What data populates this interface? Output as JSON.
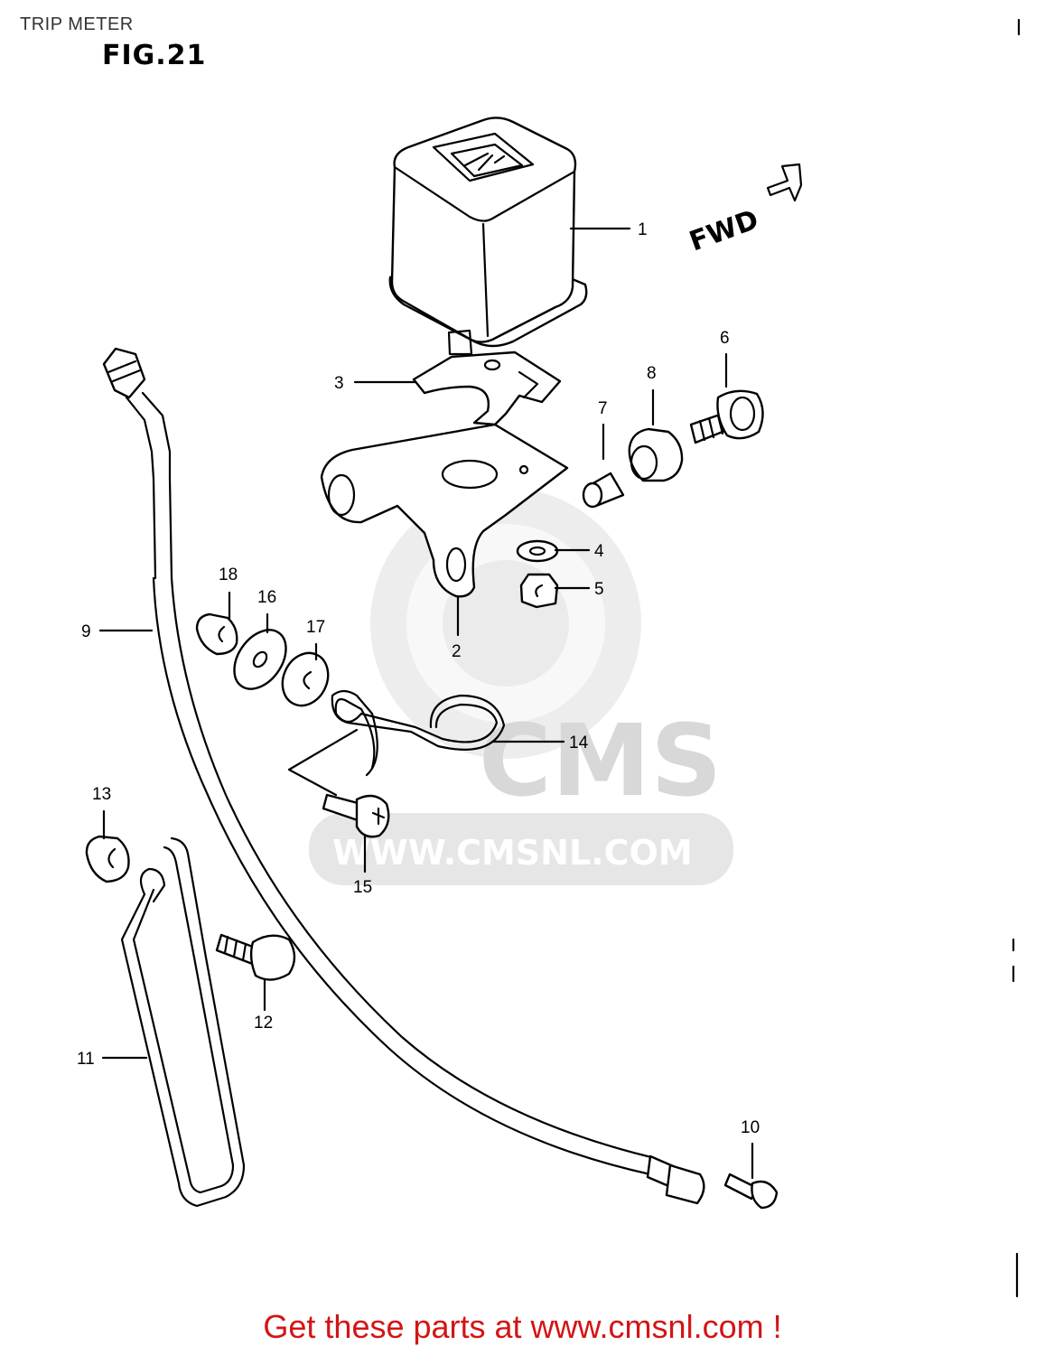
{
  "header": {
    "title": "TRIP METER",
    "figure": "FIG.21"
  },
  "direction_label": "FWD",
  "watermark": {
    "brand": "CMS",
    "url": "WWW.CMSNL.COM"
  },
  "callouts": [
    "1",
    "2",
    "3",
    "4",
    "5",
    "6",
    "7",
    "8",
    "9",
    "10",
    "11",
    "12",
    "13",
    "14",
    "15",
    "16",
    "17",
    "18"
  ],
  "footer": {
    "text": "Get these parts at www.cmsnl.com !"
  },
  "colors": {
    "footer_text": "#d41414",
    "watermark": "#dedede"
  }
}
